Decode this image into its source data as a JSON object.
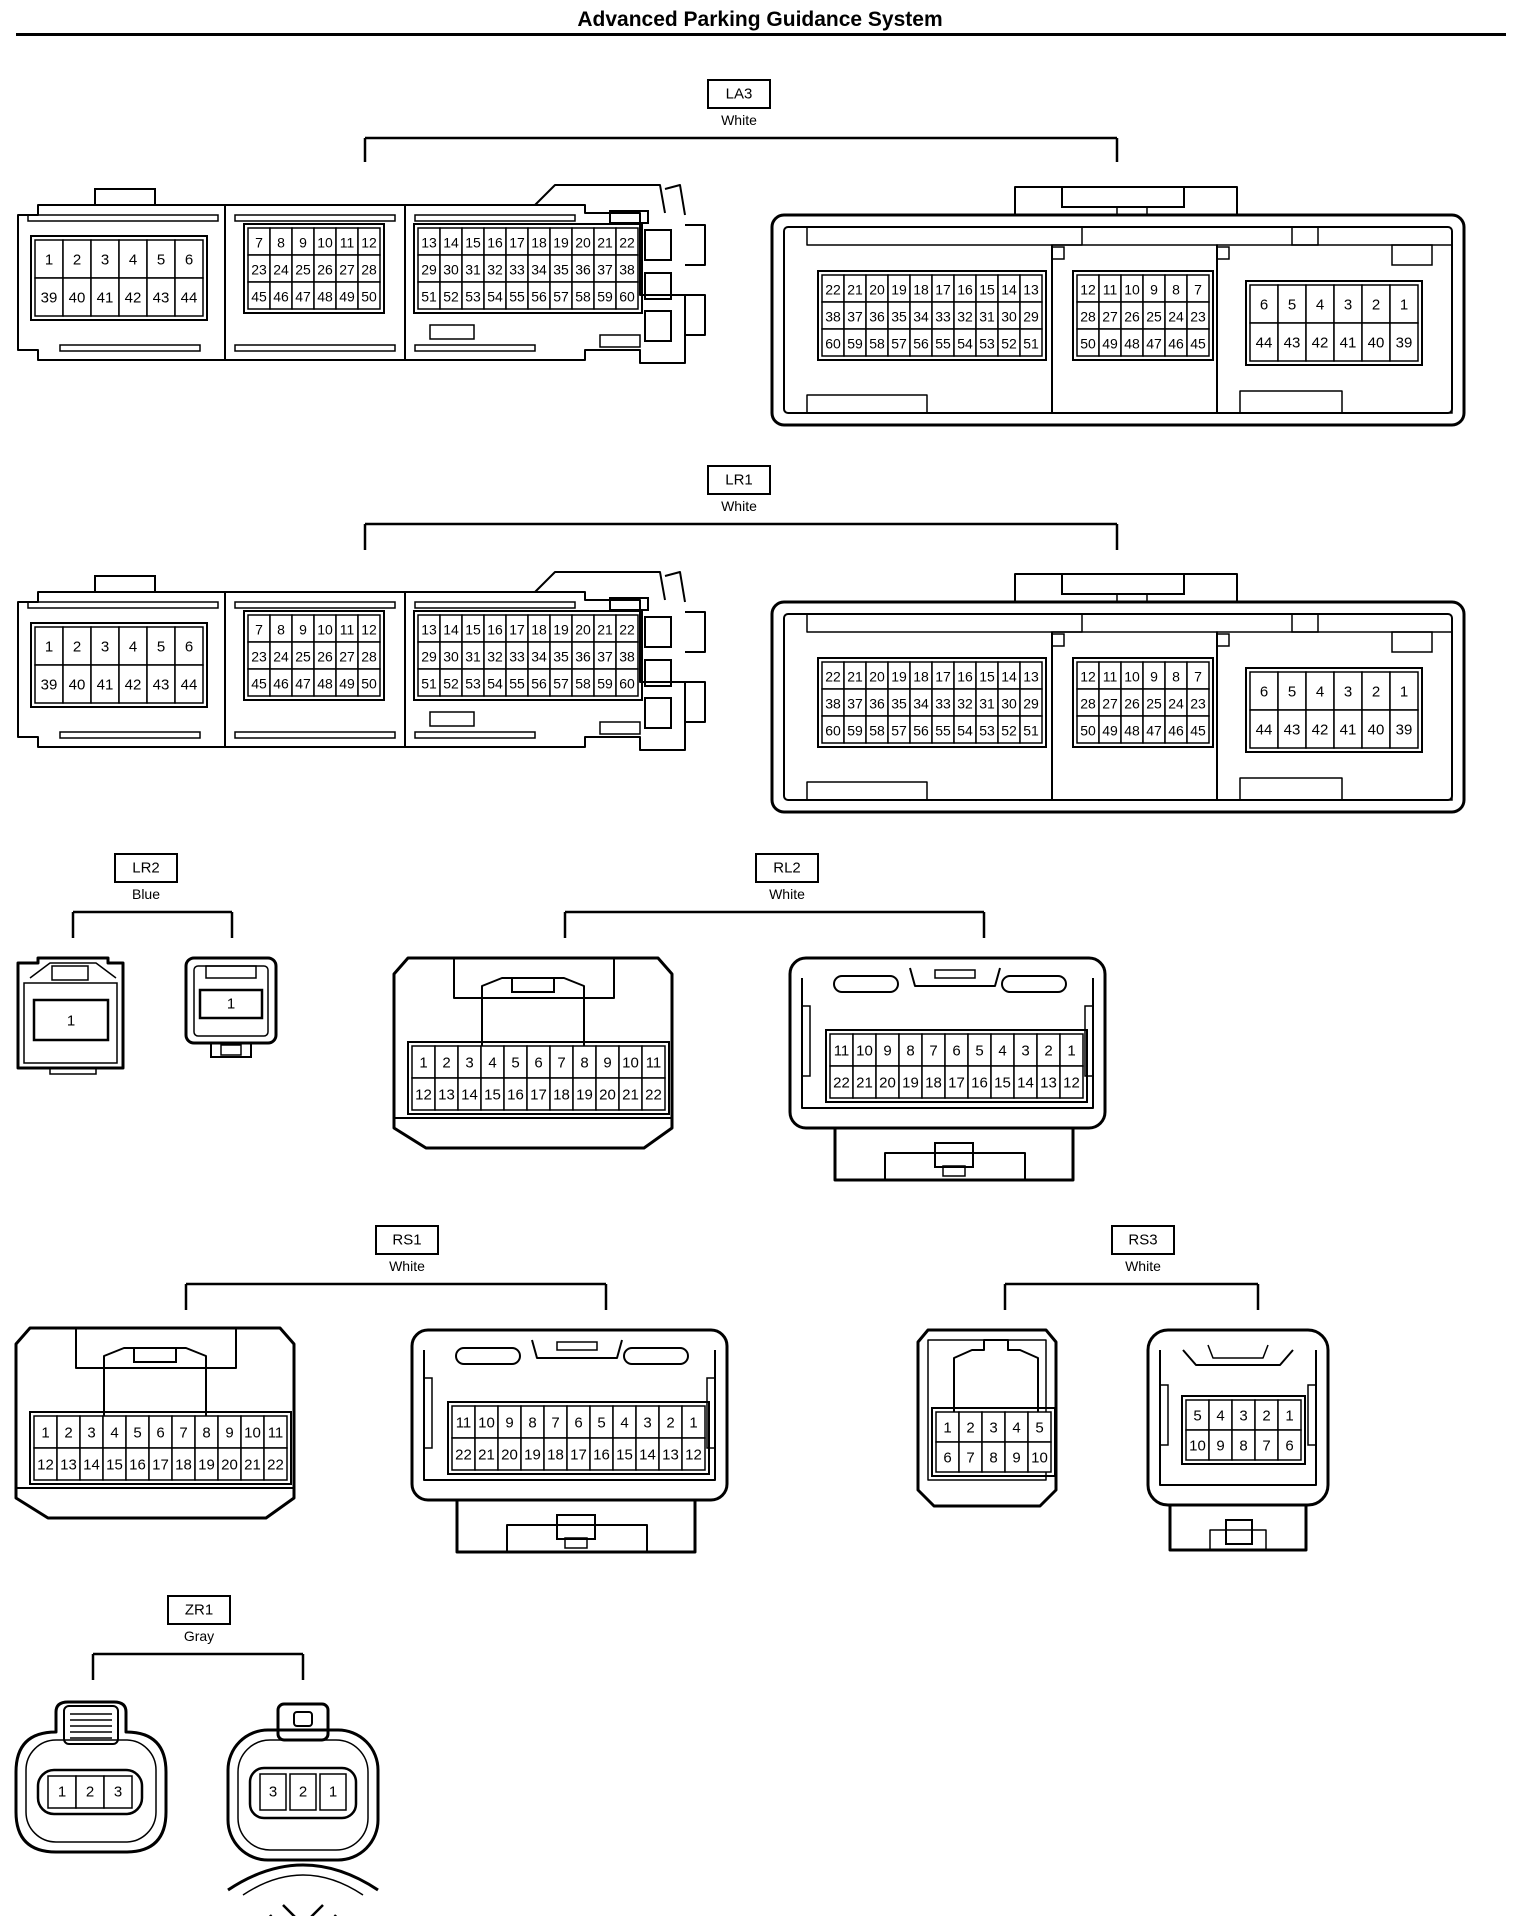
{
  "title": "Advanced Parking Guidance System",
  "connectors": [
    {
      "id": "LA3",
      "color": "White",
      "views": [
        {
          "kind": "ecu-a",
          "groups": [
            {
              "rows": [
                [
                  "1",
                  "2",
                  "3",
                  "4",
                  "5",
                  "6"
                ],
                [
                  "39",
                  "40",
                  "41",
                  "42",
                  "43",
                  "44"
                ]
              ]
            },
            {
              "rows": [
                [
                  "7",
                  "8",
                  "9",
                  "10",
                  "11",
                  "12"
                ],
                [
                  "23",
                  "24",
                  "25",
                  "26",
                  "27",
                  "28"
                ],
                [
                  "45",
                  "46",
                  "47",
                  "48",
                  "49",
                  "50"
                ]
              ]
            },
            {
              "rows": [
                [
                  "13",
                  "14",
                  "15",
                  "16",
                  "17",
                  "18",
                  "19",
                  "20",
                  "21",
                  "22"
                ],
                [
                  "29",
                  "30",
                  "31",
                  "32",
                  "33",
                  "34",
                  "35",
                  "36",
                  "37",
                  "38"
                ],
                [
                  "51",
                  "52",
                  "53",
                  "54",
                  "55",
                  "56",
                  "57",
                  "58",
                  "59",
                  "60"
                ]
              ]
            }
          ]
        },
        {
          "kind": "ecu-b",
          "groups": [
            {
              "rows": [
                [
                  "22",
                  "21",
                  "20",
                  "19",
                  "18",
                  "17",
                  "16",
                  "15",
                  "14",
                  "13"
                ],
                [
                  "38",
                  "37",
                  "36",
                  "35",
                  "34",
                  "33",
                  "32",
                  "31",
                  "30",
                  "29"
                ],
                [
                  "60",
                  "59",
                  "58",
                  "57",
                  "56",
                  "55",
                  "54",
                  "53",
                  "52",
                  "51"
                ]
              ]
            },
            {
              "rows": [
                [
                  "12",
                  "11",
                  "10",
                  "9",
                  "8",
                  "7"
                ],
                [
                  "28",
                  "27",
                  "26",
                  "25",
                  "24",
                  "23"
                ],
                [
                  "50",
                  "49",
                  "48",
                  "47",
                  "46",
                  "45"
                ]
              ]
            },
            {
              "rows": [
                [
                  "6",
                  "5",
                  "4",
                  "3",
                  "2",
                  "1"
                ],
                [
                  "44",
                  "43",
                  "42",
                  "41",
                  "40",
                  "39"
                ]
              ]
            }
          ]
        }
      ]
    },
    {
      "id": "LR1",
      "color": "White",
      "views": [
        {
          "kind": "ecu-a",
          "groups": [
            {
              "rows": [
                [
                  "1",
                  "2",
                  "3",
                  "4",
                  "5",
                  "6"
                ],
                [
                  "39",
                  "40",
                  "41",
                  "42",
                  "43",
                  "44"
                ]
              ]
            },
            {
              "rows": [
                [
                  "7",
                  "8",
                  "9",
                  "10",
                  "11",
                  "12"
                ],
                [
                  "23",
                  "24",
                  "25",
                  "26",
                  "27",
                  "28"
                ],
                [
                  "45",
                  "46",
                  "47",
                  "48",
                  "49",
                  "50"
                ]
              ]
            },
            {
              "rows": [
                [
                  "13",
                  "14",
                  "15",
                  "16",
                  "17",
                  "18",
                  "19",
                  "20",
                  "21",
                  "22"
                ],
                [
                  "29",
                  "30",
                  "31",
                  "32",
                  "33",
                  "34",
                  "35",
                  "36",
                  "37",
                  "38"
                ],
                [
                  "51",
                  "52",
                  "53",
                  "54",
                  "55",
                  "56",
                  "57",
                  "58",
                  "59",
                  "60"
                ]
              ]
            }
          ]
        },
        {
          "kind": "ecu-b",
          "groups": [
            {
              "rows": [
                [
                  "22",
                  "21",
                  "20",
                  "19",
                  "18",
                  "17",
                  "16",
                  "15",
                  "14",
                  "13"
                ],
                [
                  "38",
                  "37",
                  "36",
                  "35",
                  "34",
                  "33",
                  "32",
                  "31",
                  "30",
                  "29"
                ],
                [
                  "60",
                  "59",
                  "58",
                  "57",
                  "56",
                  "55",
                  "54",
                  "53",
                  "52",
                  "51"
                ]
              ]
            },
            {
              "rows": [
                [
                  "12",
                  "11",
                  "10",
                  "9",
                  "8",
                  "7"
                ],
                [
                  "28",
                  "27",
                  "26",
                  "25",
                  "24",
                  "23"
                ],
                [
                  "50",
                  "49",
                  "48",
                  "47",
                  "46",
                  "45"
                ]
              ]
            },
            {
              "rows": [
                [
                  "6",
                  "5",
                  "4",
                  "3",
                  "2",
                  "1"
                ],
                [
                  "44",
                  "43",
                  "42",
                  "41",
                  "40",
                  "39"
                ]
              ]
            }
          ]
        }
      ]
    },
    {
      "id": "LR2",
      "color": "Blue",
      "views": [
        {
          "kind": "plug1",
          "groups": [
            {
              "rows": [
                [
                  "1"
                ]
              ]
            }
          ]
        },
        {
          "kind": "socket1",
          "groups": [
            {
              "rows": [
                [
                  "1"
                ]
              ]
            }
          ]
        }
      ]
    },
    {
      "id": "RL2",
      "color": "White",
      "views": [
        {
          "kind": "male-wide",
          "groups": [
            {
              "rows": [
                [
                  "1",
                  "2",
                  "3",
                  "4",
                  "5",
                  "6",
                  "7",
                  "8",
                  "9",
                  "10",
                  "11"
                ],
                [
                  "12",
                  "13",
                  "14",
                  "15",
                  "16",
                  "17",
                  "18",
                  "19",
                  "20",
                  "21",
                  "22"
                ]
              ]
            }
          ]
        },
        {
          "kind": "female-wide",
          "groups": [
            {
              "rows": [
                [
                  "11",
                  "10",
                  "9",
                  "8",
                  "7",
                  "6",
                  "5",
                  "4",
                  "3",
                  "2",
                  "1"
                ],
                [
                  "22",
                  "21",
                  "20",
                  "19",
                  "18",
                  "17",
                  "16",
                  "15",
                  "14",
                  "13",
                  "12"
                ]
              ]
            }
          ]
        }
      ]
    },
    {
      "id": "RS1",
      "color": "White",
      "views": [
        {
          "kind": "male-wide",
          "groups": [
            {
              "rows": [
                [
                  "1",
                  "2",
                  "3",
                  "4",
                  "5",
                  "6",
                  "7",
                  "8",
                  "9",
                  "10",
                  "11"
                ],
                [
                  "12",
                  "13",
                  "14",
                  "15",
                  "16",
                  "17",
                  "18",
                  "19",
                  "20",
                  "21",
                  "22"
                ]
              ]
            }
          ]
        },
        {
          "kind": "female-wide",
          "groups": [
            {
              "rows": [
                [
                  "11",
                  "10",
                  "9",
                  "8",
                  "7",
                  "6",
                  "5",
                  "4",
                  "3",
                  "2",
                  "1"
                ],
                [
                  "22",
                  "21",
                  "20",
                  "19",
                  "18",
                  "17",
                  "16",
                  "15",
                  "14",
                  "13",
                  "12"
                ]
              ]
            }
          ]
        }
      ]
    },
    {
      "id": "RS3",
      "color": "White",
      "views": [
        {
          "kind": "male-small",
          "groups": [
            {
              "rows": [
                [
                  "1",
                  "2",
                  "3",
                  "4",
                  "5"
                ],
                [
                  "6",
                  "7",
                  "8",
                  "9",
                  "10"
                ]
              ]
            }
          ]
        },
        {
          "kind": "female-small",
          "groups": [
            {
              "rows": [
                [
                  "5",
                  "4",
                  "3",
                  "2",
                  "1"
                ],
                [
                  "10",
                  "9",
                  "8",
                  "7",
                  "6"
                ]
              ]
            }
          ]
        }
      ]
    },
    {
      "id": "ZR1",
      "color": "Gray",
      "views": [
        {
          "kind": "plug3",
          "groups": [
            {
              "rows": [
                [
                  "1",
                  "2",
                  "3"
                ]
              ]
            }
          ]
        },
        {
          "kind": "socket3",
          "groups": [
            {
              "rows": [
                [
                  "3",
                  "2",
                  "1"
                ]
              ]
            }
          ]
        }
      ]
    }
  ]
}
